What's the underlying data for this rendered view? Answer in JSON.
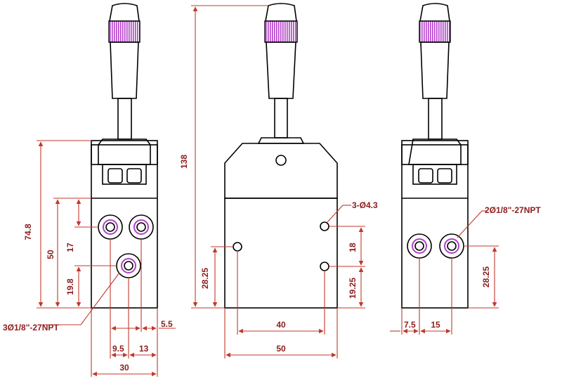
{
  "colors": {
    "outline": "#000000",
    "dimension": "#c0392b",
    "dimension_text": "#8c1d1d",
    "grip_band": "#b23fc9",
    "port_ring": "#b23fc9"
  },
  "left_view": {
    "port_callout": "3Ø1/8\"-27NPT",
    "dims": {
      "overall_height": "74.8",
      "body_height": "50",
      "upper_port_offset": "17",
      "lower_port_height": "19.8",
      "port_right_spacing": "5.5",
      "port_spacing_a": "9.5",
      "port_spacing_b": "13",
      "body_width": "30"
    }
  },
  "front_view": {
    "overall_height": "138",
    "hole_callout": "3-Ø4.3",
    "dims": {
      "left_hole_height": "28.25",
      "hole_spacing_vertical": "18",
      "right_hole_height": "19.25",
      "hole_spacing_horizontal": "40",
      "body_width": "50"
    }
  },
  "right_view": {
    "port_callout": "2Ø1/8\"-27NPT",
    "dims": {
      "port_height": "28.25",
      "port_offset": "7.5",
      "port_spacing": "15"
    }
  }
}
